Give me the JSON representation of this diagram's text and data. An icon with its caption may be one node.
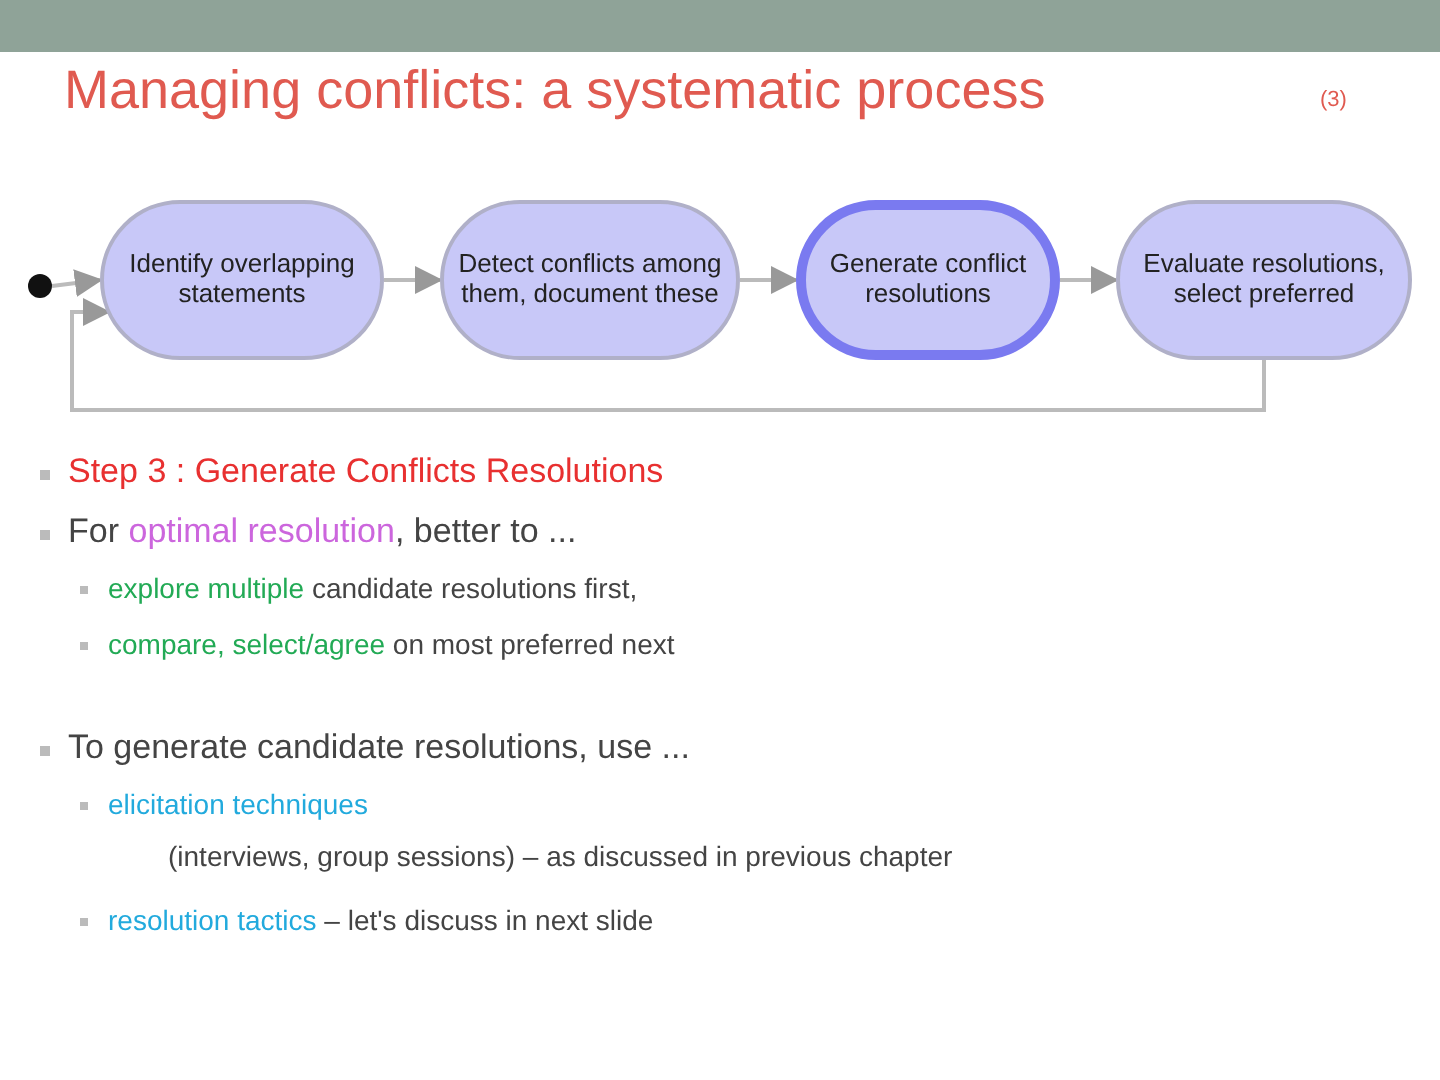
{
  "diagram": {
    "title": "Managing conflicts: a systematic process",
    "nodes": [
      {
        "text": [],
        "shape": "circle"
      },
      {
        "text": [
          "Identify overlapping statements"
        ]
      },
      {
        "text": [
          "Detect conflicts among them, document these"
        ]
      },
      {
        "text": [
          "Generate conflict resolutions"
        ]
      },
      {
        "text": [
          "Evaluate resolutions, select preferred"
        ]
      }
    ],
    "edges": [
      {
        "from": 0,
        "to": 1,
        "arrow": "to"
      },
      {
        "from": 1,
        "to": 2,
        "arrow": "to"
      },
      {
        "from": 2,
        "to": 3,
        "arrow": "to"
      },
      {
        "from": 3,
        "to": 4,
        "arrow": "to"
      },
      {
        "from": 4,
        "to": 1,
        "arrow": "to"
      }
    ],
    "labels": [
      "(3)",
      "Step 3 : Generate Conflicts Resolutions",
      "For **optimal resolution**, better to ...",
      "**explore multiple** candidate resolutions first,",
      "**compare, select/agree** on most preferred next",
      "To generate candidate resolutions, use ...",
      "**elicitation techniques**",
      "(interviews, group sessions) – as discussed in previous chapter",
      "**resolution tactics** – let's discuss in next slide"
    ]
  }
}
